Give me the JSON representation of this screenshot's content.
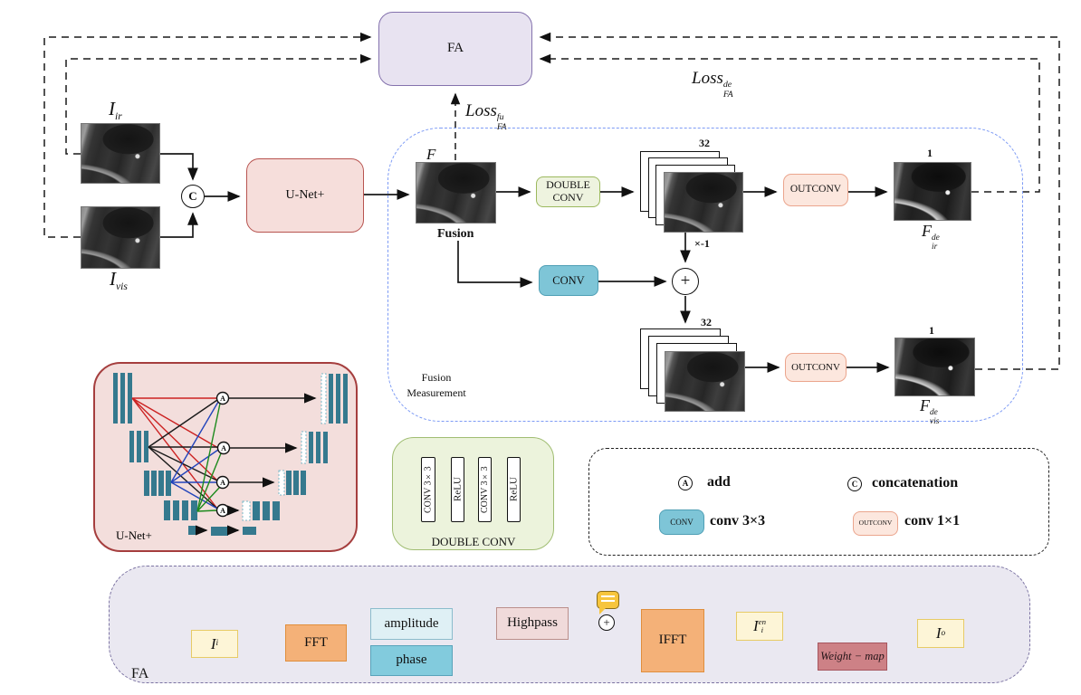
{
  "colors": {
    "fa_fill": "#e8e3f1",
    "fa_border": "#8472ad",
    "unet_fill": "#f6dedb",
    "unet_border": "#b85450",
    "unet_panel_border": "#a53e3e",
    "doubleconv_fill": "#eef3df",
    "doubleconv_border": "#9cb95e",
    "conv_fill": "#7ec5d7",
    "conv_border": "#4f9fb5",
    "outconv_fill": "#fce7de",
    "outconv_border": "#eba58d",
    "measurement_border": "#7d9bf5",
    "fa_panel_fill": "#eae8f1",
    "fa_panel_border": "#7c74a3",
    "bar_teal": "#35798e",
    "io_fill": "#fdf5d7",
    "io_border": "#e7cb66",
    "fft_fill": "#f4b178",
    "fft_border": "#e08e3c",
    "amplitude_fill": "#dff0f5",
    "amplitude_border": "#8bbccc",
    "phase_fill": "#82cbdd",
    "phase_border": "#58a3ba",
    "highpass_fill": "#f0dada",
    "highpass_border": "#bb8f8b",
    "weightmap_fill": "#cd8186",
    "weightmap_border": "#a6555e",
    "note_yellow": "#f7c53d",
    "line_red": "#cc2222",
    "line_black": "#1a1a1a",
    "line_blue": "#2244bb",
    "line_green": "#1d8a1d"
  },
  "main": {
    "fa": "FA",
    "unet": "U-Net+",
    "double_conv": "DOUBLE CONV",
    "conv": "CONV",
    "outconv": "OUTCONV",
    "fusion_caption": "Fusion",
    "channels_32": "32",
    "channels_1": "1",
    "times_minus1": "×-1",
    "measurement_line1": "Fusion",
    "measurement_line2": "Measurement",
    "concat_symbol": "C",
    "add_symbol": "+"
  },
  "math": {
    "i_ir": {
      "base": "I",
      "sub": "ir"
    },
    "i_vis": {
      "base": "I",
      "sub": "vis"
    },
    "f": {
      "base": "F"
    },
    "loss_fu": {
      "base": "Loss",
      "sup": "fu",
      "sub": "FA"
    },
    "loss_de": {
      "base": "Loss",
      "sup": "de",
      "sub": "FA"
    },
    "f_ir_de": {
      "base": "F",
      "sup": "de",
      "sub": "ir"
    },
    "f_vis_de": {
      "base": "F",
      "sup": "de",
      "sub": "vis"
    }
  },
  "unet_panel": {
    "caption": "U-Net+",
    "add_symbol": "A"
  },
  "double_conv_panel": {
    "bars": [
      "CONV 3×3",
      "ReLU",
      "CONV 3×3",
      "ReLU"
    ],
    "caption": "DOUBLE CONV"
  },
  "legend": {
    "add_symbol": "A",
    "add_label": "add",
    "concat_symbol": "C",
    "concat_label": "concatenation",
    "conv_chip": "CONV",
    "conv_label": "conv 3×3",
    "outconv_chip": "OUTCONV",
    "outconv_label": "conv 1×1"
  },
  "fa_panel": {
    "caption": "FA",
    "input": {
      "base": "I",
      "sub": "i"
    },
    "fft": "FFT",
    "amplitude": "amplitude",
    "phase": "phase",
    "highpass": "Highpass",
    "ifft": "IFFT",
    "enhanced": {
      "base": "I",
      "sup": "en",
      "sub": "i"
    },
    "weight_map": "Weight − map",
    "output": {
      "base": "I",
      "sub": "o"
    },
    "add_symbol": "+"
  }
}
